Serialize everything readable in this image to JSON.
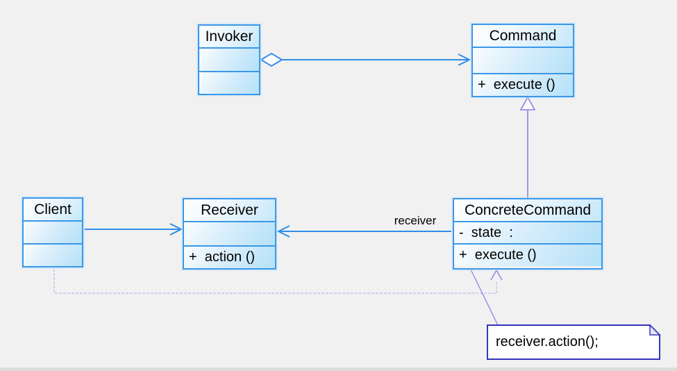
{
  "diagram": {
    "type": "uml-class-diagram",
    "pattern": "Command"
  },
  "classes": [
    {
      "name": "Invoker",
      "attributes": "",
      "operations": ""
    },
    {
      "name": "Command",
      "attributes": "",
      "operations": "+  execute ()"
    },
    {
      "name": "Client",
      "attributes": "",
      "operations": ""
    },
    {
      "name": "Receiver",
      "attributes": "",
      "operations": "+  action ()"
    },
    {
      "name": "ConcreteCommand",
      "attributes": "-  state  :",
      "operations": "+  execute ()"
    }
  ],
  "labels": {
    "receiver_role": "receiver"
  },
  "note": {
    "text": "receiver.action();"
  },
  "relationships": [
    {
      "type": "aggregation",
      "from": "Invoker",
      "to": "Command"
    },
    {
      "type": "association",
      "from": "Client",
      "to": "Receiver"
    },
    {
      "type": "association",
      "from": "ConcreteCommand",
      "to": "Receiver"
    },
    {
      "type": "generalization",
      "from": "ConcreteCommand",
      "to": "Command"
    },
    {
      "type": "dependency",
      "from": "Client",
      "to": "ConcreteCommand"
    },
    {
      "type": "note-anchor",
      "from": "note",
      "to": "ConcreteCommand"
    }
  ],
  "colors": {
    "background": "#f1f1f1",
    "box_border": "#3a97e8",
    "box_fill_light": "#fbfdff",
    "box_fill_dark": "#b4e1f8",
    "association_line": "#2f8ee8",
    "generalization_line": "#8781e6",
    "dependency_line": "#c5c5ef",
    "note_border": "#3434bd"
  }
}
